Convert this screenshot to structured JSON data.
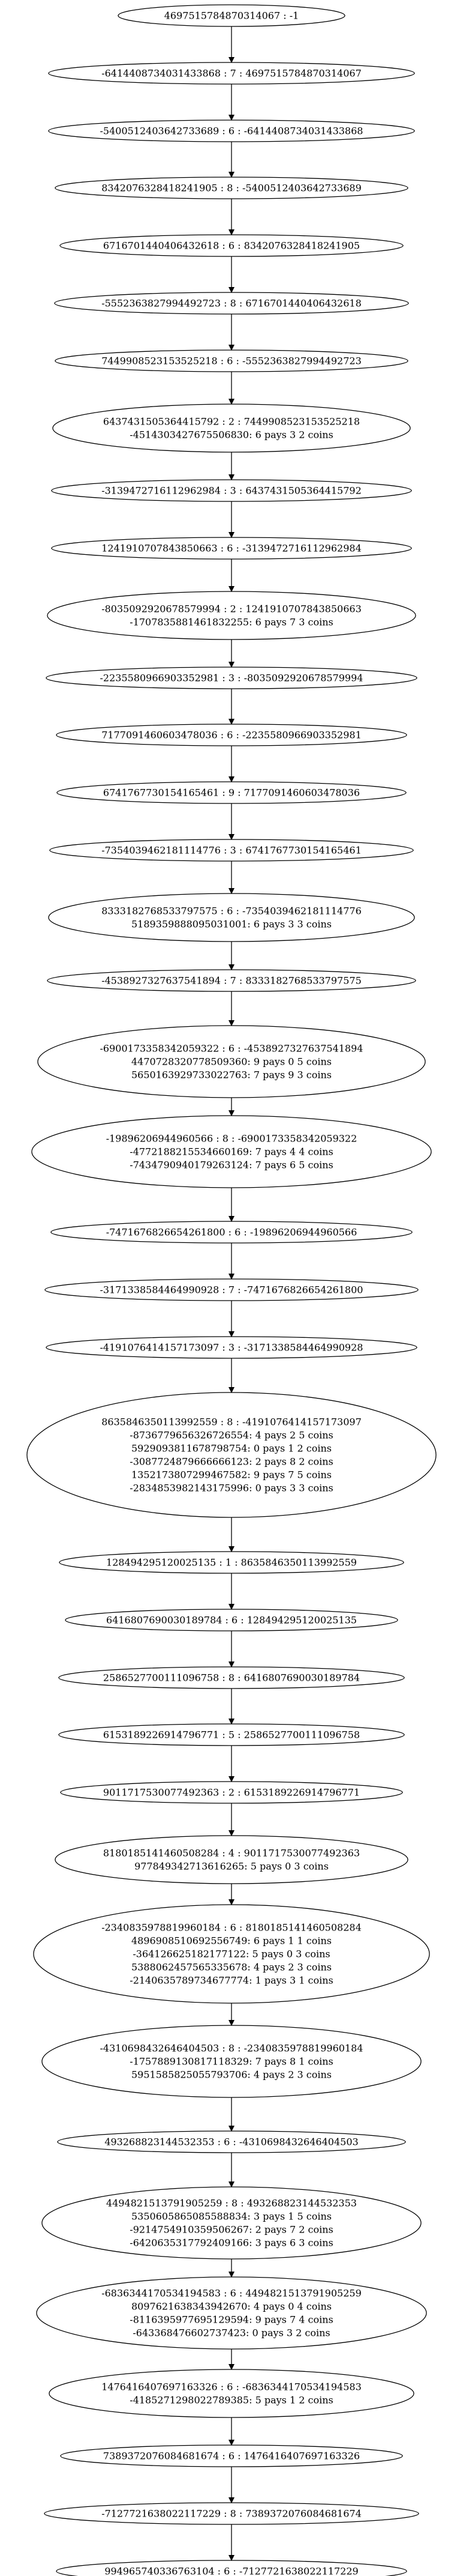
{
  "nodes": [
    {
      "lines": [
        "4697515784870314067 : -1"
      ]
    },
    {
      "lines": [
        "-6414408734031433868 : 7 : 4697515784870314067"
      ]
    },
    {
      "lines": [
        "-5400512403642733689 : 6 : -6414408734031433868"
      ]
    },
    {
      "lines": [
        "8342076328418241905 : 8 : -5400512403642733689"
      ]
    },
    {
      "lines": [
        "6716701440406432618 : 6 : 8342076328418241905"
      ]
    },
    {
      "lines": [
        "-5552363827994492723 : 8 : 6716701440406432618"
      ]
    },
    {
      "lines": [
        "7449908523153525218 : 6 : -5552363827994492723"
      ]
    },
    {
      "lines": [
        "6437431505364415792 : 2 : 7449908523153525218",
        "-4514303427675506830: 6 pays 3 2 coins"
      ]
    },
    {
      "lines": [
        "-3139472716112962984 : 3 : 6437431505364415792"
      ]
    },
    {
      "lines": [
        "1241910707843850663 : 6 : -3139472716112962984"
      ]
    },
    {
      "lines": [
        "-8035092920678579994 : 2 : 1241910707843850663",
        "-1707835881461832255: 6 pays 7 3 coins"
      ]
    },
    {
      "lines": [
        "-2235580966903352981 : 3 : -8035092920678579994"
      ]
    },
    {
      "lines": [
        "7177091460603478036 : 6 : -2235580966903352981"
      ]
    },
    {
      "lines": [
        "6741767730154165461 : 9 : 7177091460603478036"
      ]
    },
    {
      "lines": [
        "-7354039462181114776 : 3 : 6741767730154165461"
      ]
    },
    {
      "lines": [
        "8333182768533797575 : 6 : -7354039462181114776",
        "5189359888095031001: 6 pays 3 3 coins"
      ]
    },
    {
      "lines": [
        "-4538927327637541894 : 7 : 8333182768533797575"
      ]
    },
    {
      "lines": [
        "-6900173358342059322 : 6 : -4538927327637541894",
        "4470728320778509360: 9 pays 0 5 coins",
        "5650163929733022763: 7 pays 9 3 coins"
      ]
    },
    {
      "lines": [
        "-1989620694496056​6 : 8 : -6900173358342059322",
        "-4772188215534660169: 7 pays 4 4 coins",
        "-7434790940179263124: 7 pays 6 5 coins"
      ]
    },
    {
      "lines": [
        "-7471676826654261800 : 6 : -1989620694496056​6"
      ]
    },
    {
      "lines": [
        "-3171338584464990928 : 7 : -7471676826654261800"
      ]
    },
    {
      "lines": [
        "-4191076414157173097 : 3 : -3171338584464990928"
      ]
    },
    {
      "lines": [
        "8635846350113992559 : 8 : -4191076414157173097",
        "-8736779656326726554: 4 pays 2 5 coins",
        "5929093811678798754: 0 pays 1 2 coins",
        "-3087724879666666123: 2 pays 8 2 coins",
        "1352173807299467582: 9 pays 7 5 coins",
        "-2834853982143175996: 0 pays 3 3 coins"
      ]
    },
    {
      "lines": [
        "128494295120025135 : 1 : 8635846350113992559"
      ]
    },
    {
      "lines": [
        "6416807690030189784 : 6 : 128494295120025135"
      ]
    },
    {
      "lines": [
        "2586527700111096758 : 8 : 6416807690030189784"
      ]
    },
    {
      "lines": [
        "6153189226914796771 : 5 : 2586527700111096758"
      ]
    },
    {
      "lines": [
        "9011717530077492363 : 2 : 6153189226914796771"
      ]
    },
    {
      "lines": [
        "8180185141460508284 : 4 : 9011717530077492363",
        "977849342713616265: 5 pays 0 3 coins"
      ]
    },
    {
      "lines": [
        "-2340835978819960184 : 6 : 8180185141460508284",
        "4896908510692556749: 6 pays 1 1 coins",
        "-3641266251821771​22: 5 pays 0 3 coins",
        "5388062457565335678: 4 pays 2 3 coins",
        "-2140635789734677774: 1 pays 3 1 coins"
      ]
    },
    {
      "lines": [
        "-4310698432646404503 : 8 : -2340835978819960184",
        "-1757889130817118329: 7 pays 8 1 coins",
        "5951585825055793706: 4 pays 2 3 coins"
      ]
    },
    {
      "lines": [
        "4932688231445323​53 : 6 : -4310698432646404503"
      ]
    },
    {
      "lines": [
        "4494821513791905259 : 8 : 4932688231445323​53",
        "5350605865085588834: 3 pays 1 5 coins",
        "-9214754910359506267: 2 pays 7 2 coins",
        "-6420635317792409166: 3 pays 6 3 coins"
      ]
    },
    {
      "lines": [
        "-6836344170534194583 : 6 : 4494821513791905259",
        "8097621638343942670: 4 pays 0 4 coins",
        "-8116395977695129594: 9 pays 7 4 coins",
        "-6433684766027374​23: 0 pays 3 2 coins"
      ]
    },
    {
      "lines": [
        "1476416407697163326 : 6 : -6836344170534194583",
        "-4185271298022789385: 5 pays 1 2 coins"
      ]
    },
    {
      "lines": [
        "7389372076084681674 : 6 : 1476416407697163326"
      ]
    },
    {
      "lines": [
        "-7127721638022117229 : 8 : 7389372076084681674"
      ]
    },
    {
      "lines": [
        "9949657403367631​04 : 6 : -7127721638022117229"
      ]
    }
  ]
}
